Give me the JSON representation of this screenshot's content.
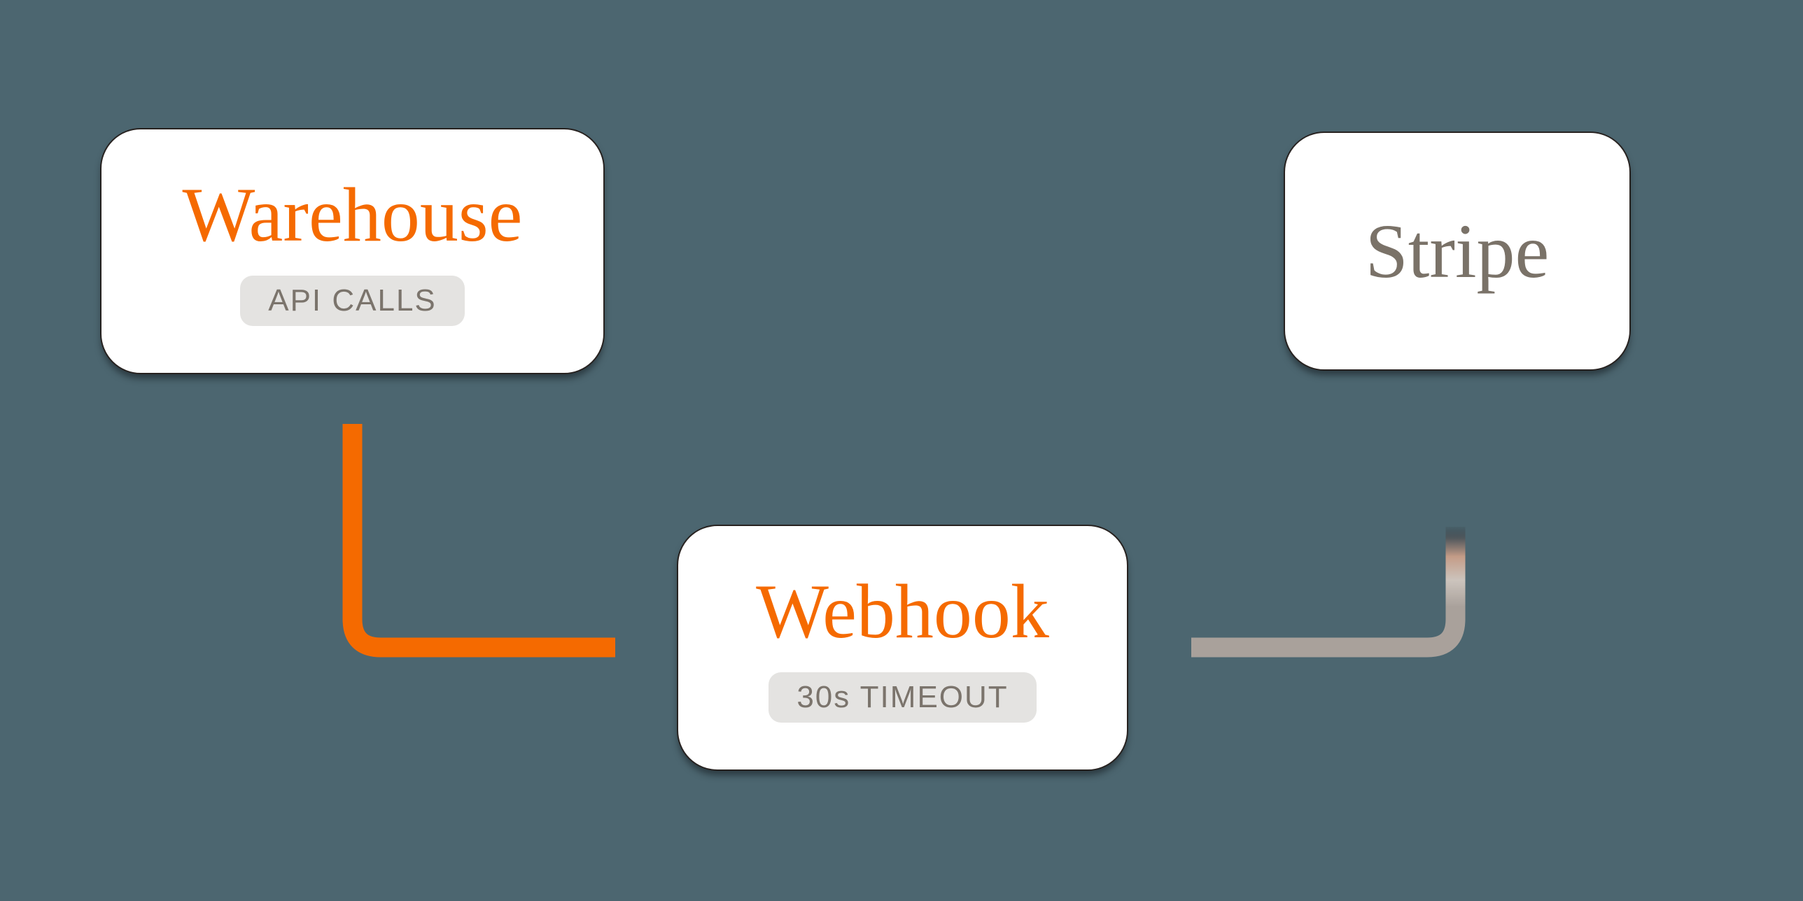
{
  "diagram": {
    "background_color": "#4C6670",
    "node_bg_color": "#FFFFFF",
    "badge_bg_color": "#E4E3E1",
    "badge_text_color": "#7B746C",
    "nodes": [
      {
        "id": "warehouse",
        "title": "Warehouse",
        "title_color": "#F56A00",
        "badge": "API CALLS"
      },
      {
        "id": "webhook",
        "title": "Webhook",
        "title_color": "#F56A00",
        "badge": "30s TIMEOUT"
      },
      {
        "id": "stripe",
        "title": "Stripe",
        "title_color": "#7A7268"
      }
    ],
    "connectors": [
      {
        "id": "warehouse-to-webhook",
        "from": "warehouse",
        "to": "webhook",
        "color": "#F56A00",
        "style": "solid-elbow"
      },
      {
        "id": "webhook-to-stripe",
        "from": "webhook",
        "to": "stripe",
        "color": "#A9A19B",
        "style": "fading-elbow"
      }
    ]
  }
}
